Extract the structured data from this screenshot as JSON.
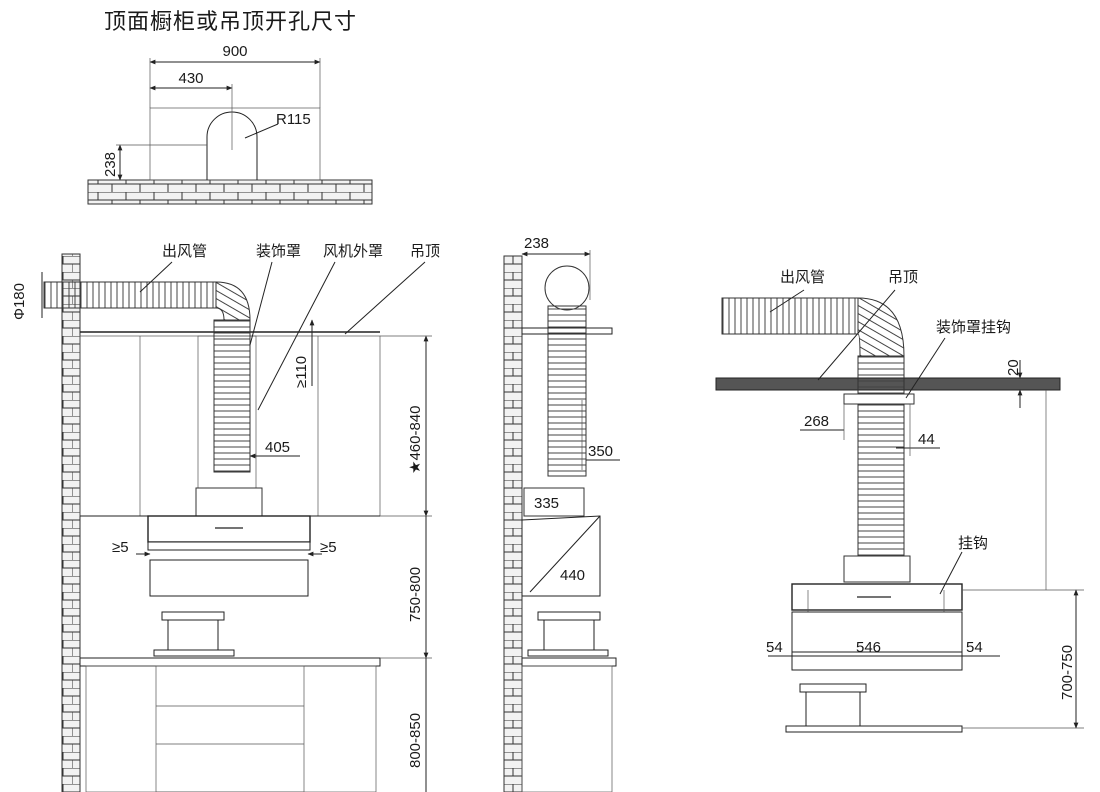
{
  "title": "顶面橱柜或吊顶开孔尺寸",
  "cutout": {
    "width_total": "900",
    "offset": "430",
    "radius": "R115",
    "height": "238"
  },
  "front_view": {
    "label_duct": "出风管",
    "label_cover": "装饰罩",
    "label_fan_cover": "风机外罩",
    "label_ceiling": "吊顶",
    "dim_duct_dia": "Φ180",
    "dim_min_gap": "≥110",
    "dim_405": "405",
    "dim_mount_height": "★460-840",
    "dim_side_left": "≥5",
    "dim_side_right": "≥5",
    "dim_hood_height": "750-800",
    "dim_counter_height": "800-850"
  },
  "side_view": {
    "dim_238": "238",
    "dim_350": "350",
    "dim_335": "335",
    "dim_440": "440"
  },
  "island_view": {
    "label_duct": "出风管",
    "label_ceiling": "吊顶",
    "label_hook_cover": "装饰罩挂钩",
    "label_hook": "挂钩",
    "dim_20": "20",
    "dim_268": "268",
    "dim_44": "44",
    "dim_54_left": "54",
    "dim_546": "546",
    "dim_54_right": "54",
    "dim_height": "700-750"
  }
}
